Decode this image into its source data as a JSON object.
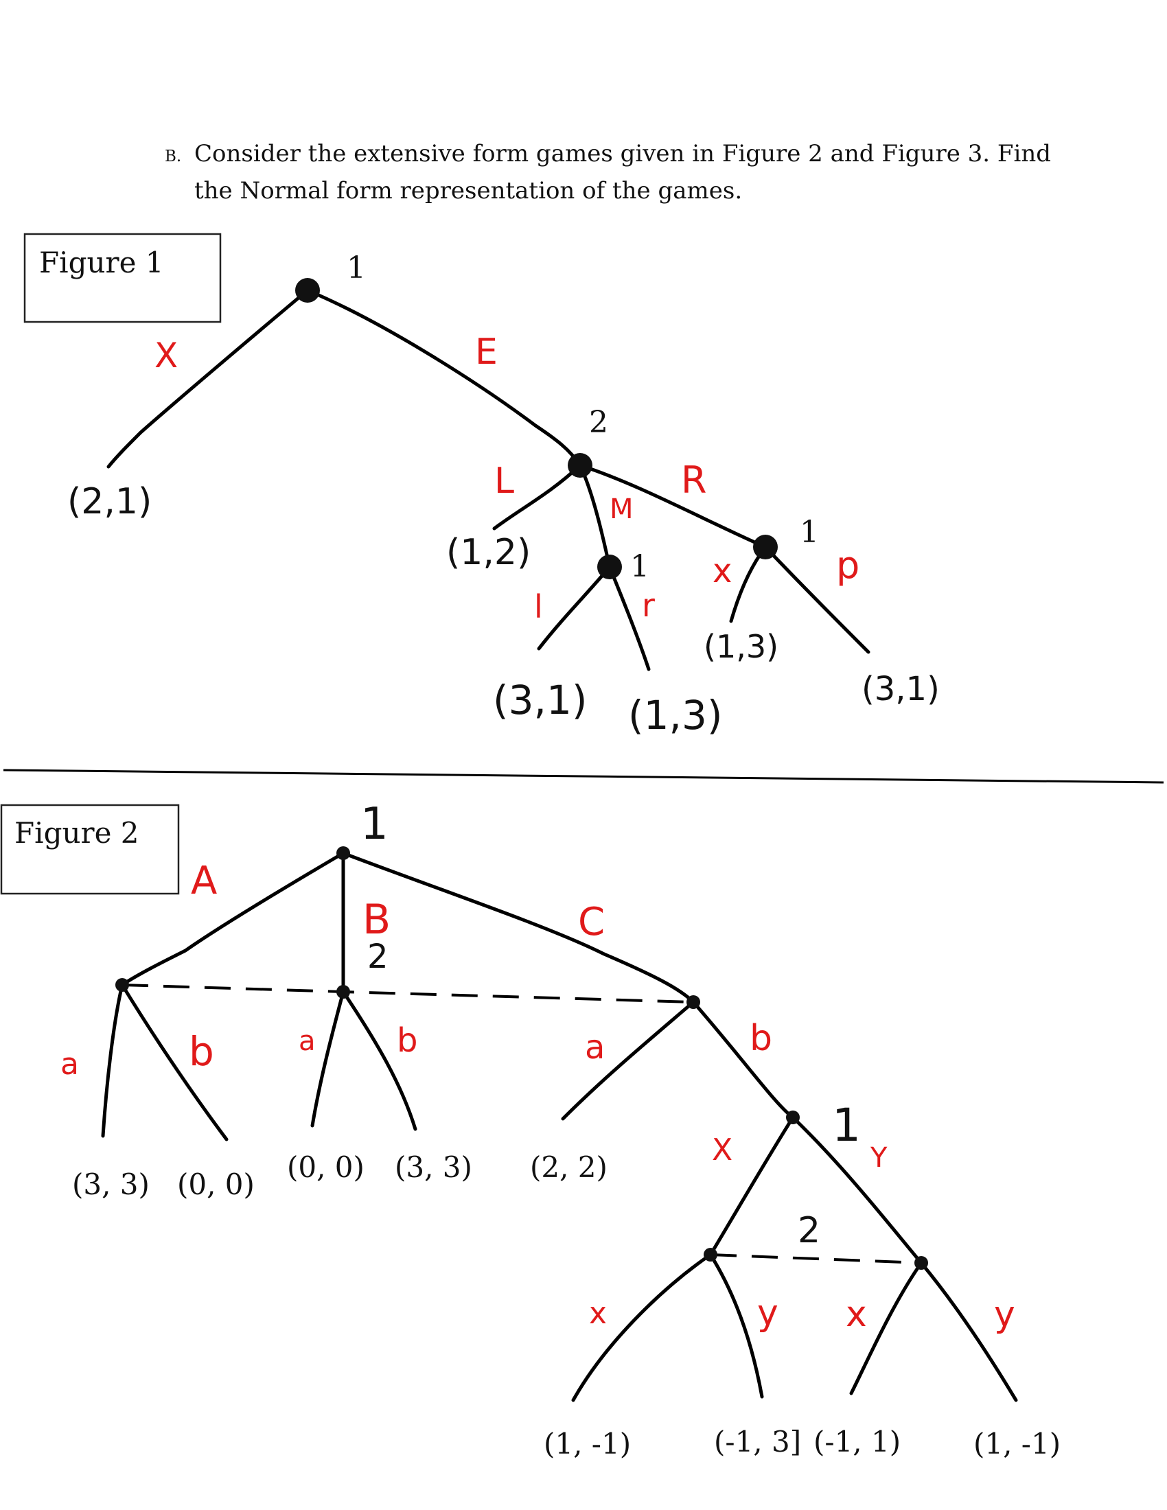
{
  "problem": {
    "label": "B.",
    "line1": "Consider the extensive form games given in Figure 2 and Figure 3. Find",
    "line2": "the Normal form representation of the games."
  },
  "figure1": {
    "caption": "Figure 1",
    "players": {
      "root": "1",
      "n2": "2",
      "n3": "1",
      "n4": "1"
    },
    "actions": {
      "X": "X",
      "E": "E",
      "L": "L",
      "M": "M",
      "R": "R",
      "l": "l",
      "r": "r",
      "x": "x",
      "p": "p"
    },
    "payoffs": {
      "X": "(2,1)",
      "L": "(1,2)",
      "l": "(3,1)",
      "r": "(1,3)",
      "x": "(1,3)",
      "p": "(3,1)"
    }
  },
  "figure2": {
    "caption": "Figure 2",
    "players": {
      "root": "1",
      "info2": "2",
      "n1": "1",
      "info2b": "2"
    },
    "actions": {
      "A": "A",
      "B": "B",
      "C": "C",
      "aA": "a",
      "bA": "b",
      "aB": "a",
      "bB": "b",
      "aC": "a",
      "bC": "b",
      "X": "X",
      "Y": "Y",
      "x1": "x",
      "y1": "y",
      "x2": "x",
      "y2": "y"
    },
    "payoffs": {
      "Aa": "(3, 3)",
      "Ab": "(0, 0)",
      "Ba": "(0, 0)",
      "Bb": "(3, 3)",
      "Ca": "(2, 2)",
      "Xx": "(1, -1)",
      "Xy": "(-1, 3]",
      "Yx": "(-1, 1)",
      "Yy": "(1, -1)"
    }
  }
}
